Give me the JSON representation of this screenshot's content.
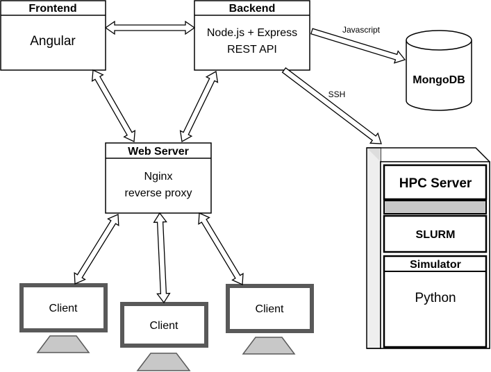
{
  "frontend": {
    "title": "Frontend",
    "body": "Angular"
  },
  "backend": {
    "title": "Backend",
    "body_line1": "Node.js + Express",
    "body_line2": "REST API"
  },
  "webserver": {
    "title": "Web Server",
    "body_line1": "Nginx",
    "body_line2": "reverse proxy"
  },
  "database": {
    "label": "MongoDB"
  },
  "edges": {
    "js": "Javascript",
    "ssh": "SSH"
  },
  "hpc": {
    "server_label": "HPC Server",
    "slurm_label": "SLURM",
    "simulator_title": "Simulator",
    "simulator_body": "Python"
  },
  "clients": [
    {
      "label": "Client"
    },
    {
      "label": "Client"
    },
    {
      "label": "Client"
    }
  ],
  "colors": {
    "stroke": "#000000",
    "monitor": "#595959",
    "stand": "#c8c8c8",
    "gray_bar": "#c8c8c8",
    "tower_side": "#eeeeee",
    "background": "#ffffff"
  }
}
